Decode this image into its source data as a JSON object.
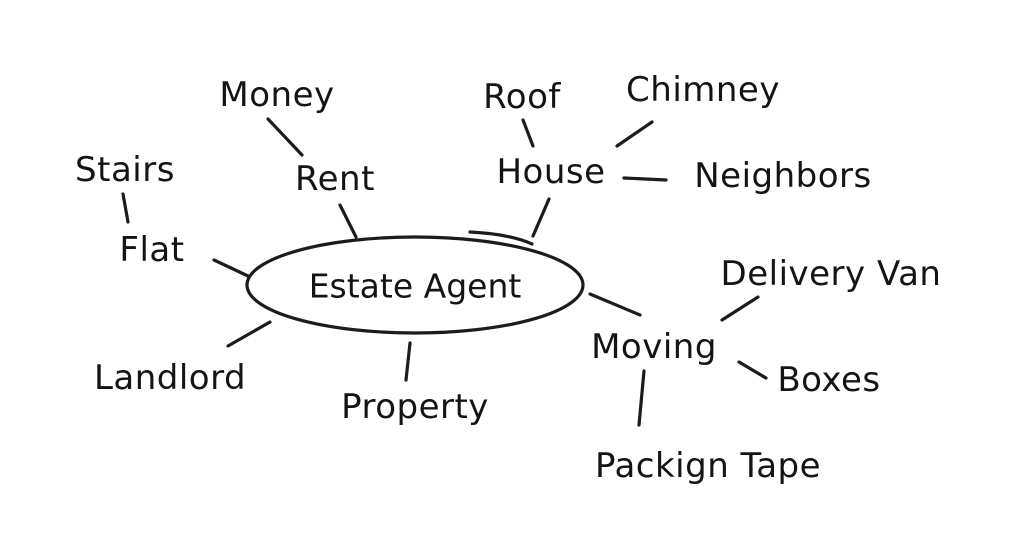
{
  "diagram": {
    "center": "Estate Agent",
    "nodes": {
      "money": "Money",
      "rent": "Rent",
      "stairs": "Stairs",
      "flat": "Flat",
      "landlord": "Landlord",
      "property": "Property",
      "roof": "Roof",
      "chimney": "Chimney",
      "house": "House",
      "neighbors": "Neighbors",
      "delivery_van": "Delivery Van",
      "moving": "Moving",
      "boxes": "Boxes",
      "packing_tape": "Packign Tape"
    },
    "connections": [
      [
        "center",
        "rent"
      ],
      [
        "rent",
        "money"
      ],
      [
        "center",
        "flat"
      ],
      [
        "flat",
        "stairs"
      ],
      [
        "center",
        "landlord"
      ],
      [
        "center",
        "property"
      ],
      [
        "center",
        "house"
      ],
      [
        "house",
        "roof"
      ],
      [
        "house",
        "chimney"
      ],
      [
        "house",
        "neighbors"
      ],
      [
        "center",
        "moving"
      ],
      [
        "moving",
        "delivery_van"
      ],
      [
        "moving",
        "boxes"
      ],
      [
        "moving",
        "packing_tape"
      ]
    ]
  }
}
